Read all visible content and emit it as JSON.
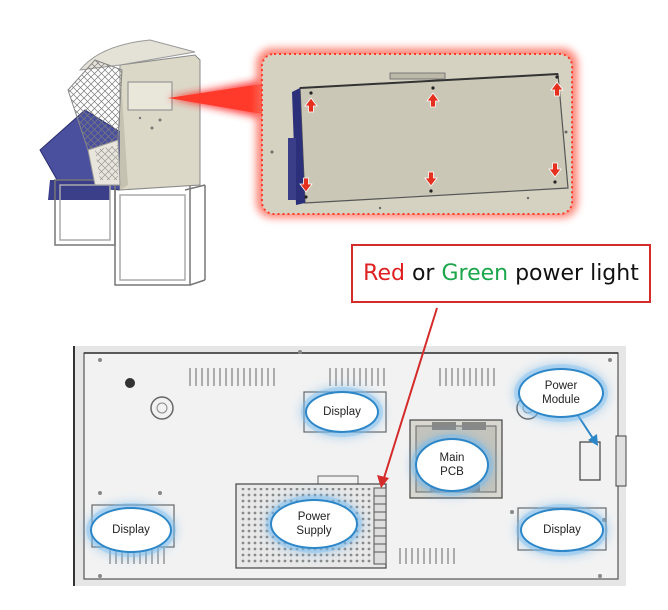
{
  "callout": {
    "word_red": "Red",
    "word_or": "or",
    "word_green": "Green",
    "word_rest": "power light"
  },
  "labels": {
    "display_top": "Display",
    "display_left": "Display",
    "display_right": "Display",
    "main_pcb": "Main\nPCB",
    "power_supply": "Power\nSupply",
    "power_module": "Power\nModule"
  },
  "colors": {
    "callout_border": "#d42b2b",
    "red_text": "#e02020",
    "green_text": "#1aa64a",
    "bubble_border": "#2d86c8",
    "arrow_red": "#e53020",
    "cabinet_blue": "#4a4f9e",
    "panel_beige": "#d6d2c2"
  }
}
